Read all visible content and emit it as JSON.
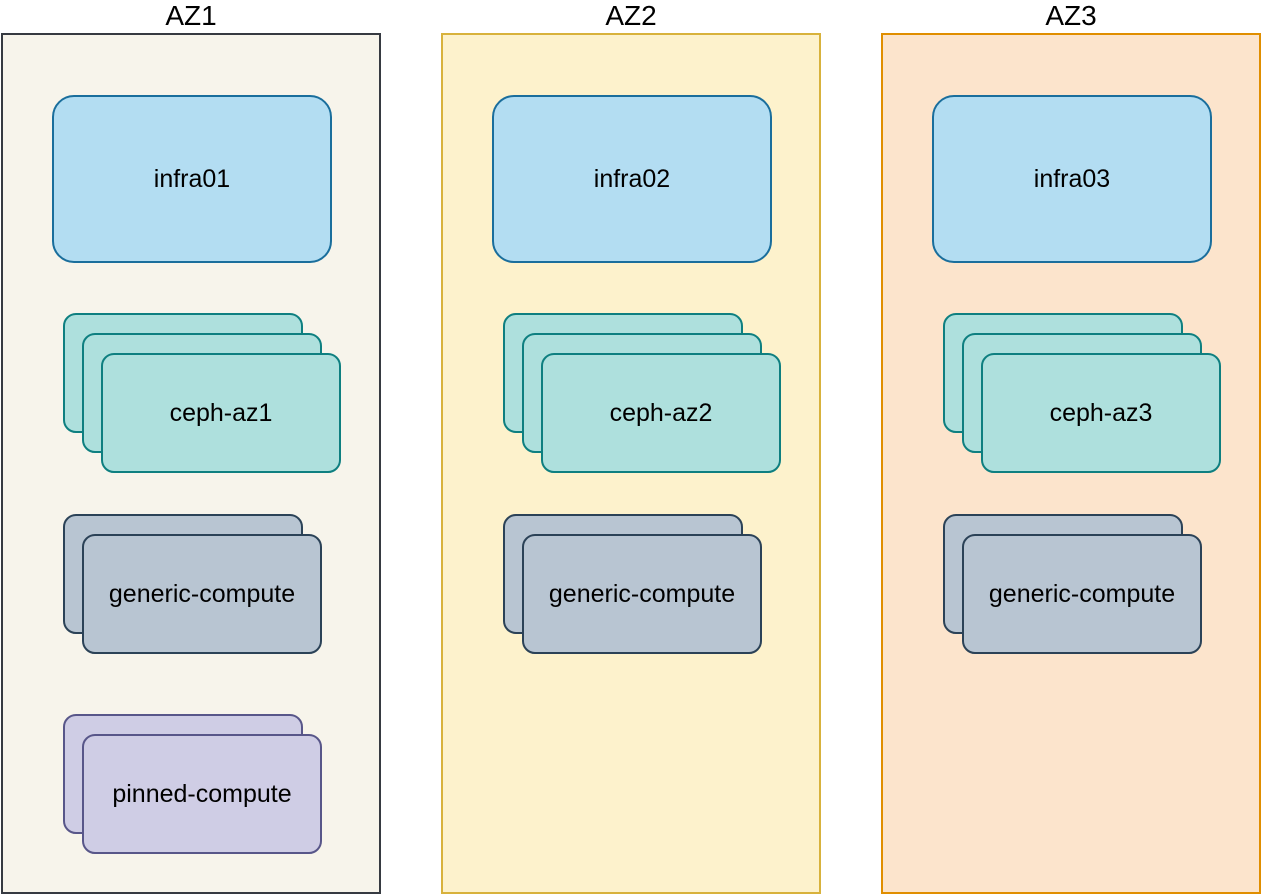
{
  "diagram": {
    "title_row": [
      "AZ1",
      "AZ2",
      "AZ3"
    ],
    "columns": [
      {
        "title": "AZ1",
        "nodes": [
          {
            "label": "infra01",
            "type": "infra",
            "count": 1
          },
          {
            "label": "ceph-az1",
            "type": "ceph",
            "count": 3
          },
          {
            "label": "generic-compute",
            "type": "generic",
            "count": 2
          },
          {
            "label": "pinned-compute",
            "type": "pinned",
            "count": 2
          }
        ]
      },
      {
        "title": "AZ2",
        "nodes": [
          {
            "label": "infra02",
            "type": "infra",
            "count": 1
          },
          {
            "label": "ceph-az2",
            "type": "ceph",
            "count": 3
          },
          {
            "label": "generic-compute",
            "type": "generic",
            "count": 2
          }
        ]
      },
      {
        "title": "AZ3",
        "nodes": [
          {
            "label": "infra03",
            "type": "infra",
            "count": 1
          },
          {
            "label": "ceph-az3",
            "type": "ceph",
            "count": 3
          },
          {
            "label": "generic-compute",
            "type": "generic",
            "count": 2
          }
        ]
      }
    ],
    "colors": {
      "page_background": "#ffffff",
      "az1_fill": "#f7f4eb",
      "az1_border": "#363a41",
      "az2_fill": "#fdf2cc",
      "az2_border": "#d8b23c",
      "az3_fill": "#fce4cc",
      "az3_border": "#e08e00",
      "infra_fill": "#b3ddf2",
      "infra_border": "#1a6e9c",
      "ceph_fill": "#aee0dd",
      "ceph_border": "#0e7f80",
      "generic_fill": "#b8c5d2",
      "generic_border": "#2b4257",
      "pinned_fill": "#cfcde5",
      "pinned_border": "#585689",
      "text": "#000000"
    }
  }
}
